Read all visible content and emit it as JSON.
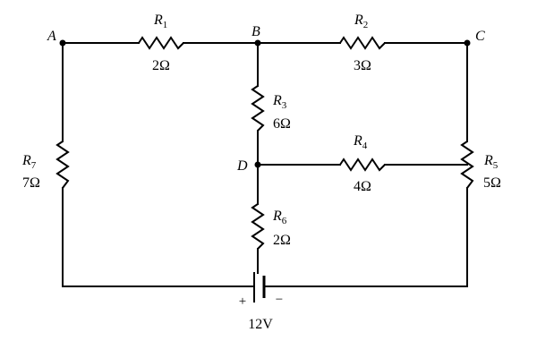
{
  "nodes": {
    "A": "A",
    "B": "B",
    "C": "C",
    "D": "D"
  },
  "resistors": {
    "R1": {
      "letter": "R",
      "sub": "1",
      "value": "2Ω"
    },
    "R2": {
      "letter": "R",
      "sub": "2",
      "value": "3Ω"
    },
    "R3": {
      "letter": "R",
      "sub": "3",
      "value": "6Ω"
    },
    "R4": {
      "letter": "R",
      "sub": "4",
      "value": "4Ω"
    },
    "R5": {
      "letter": "R",
      "sub": "5",
      "value": "5Ω"
    },
    "R6": {
      "letter": "R",
      "sub": "6",
      "value": "2Ω"
    },
    "R7": {
      "letter": "R",
      "sub": "7",
      "value": "7Ω"
    }
  },
  "battery": {
    "plus": "+",
    "minus": "−",
    "voltage": "12V"
  }
}
